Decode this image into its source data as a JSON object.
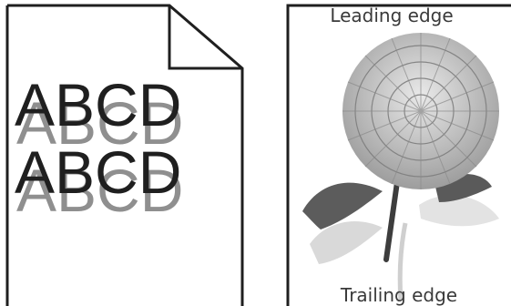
{
  "left_page": {
    "lines": [
      "ABCD",
      "ABCD"
    ]
  },
  "right_page": {
    "top_label": "Leading edge",
    "bottom_label": "Trailing edge"
  },
  "colors": {
    "outline": "#1f1f1f",
    "ghost_text": "#8f8f8f",
    "main_text": "#1f1f1f"
  }
}
